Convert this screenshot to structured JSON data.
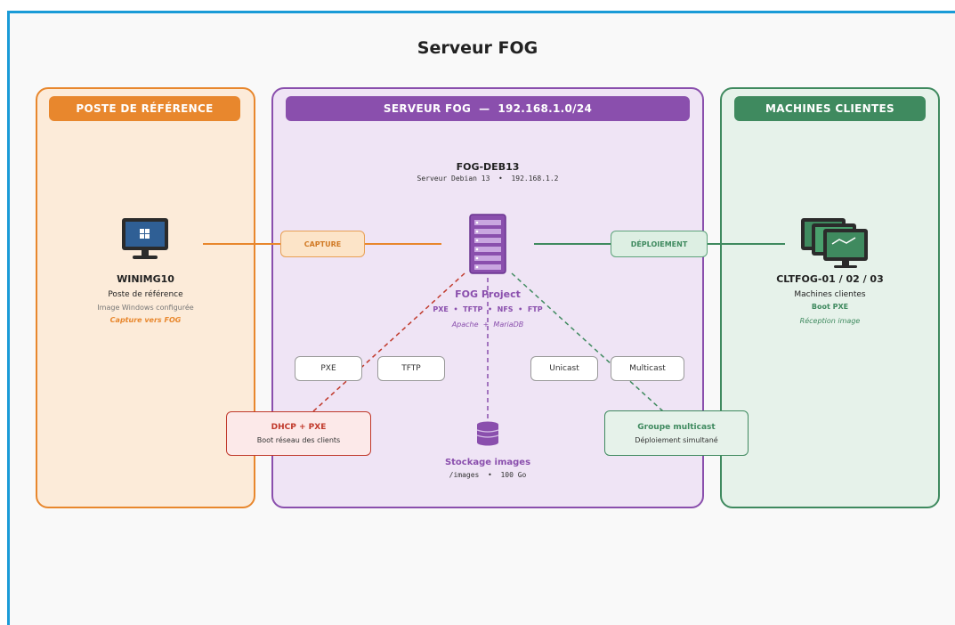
{
  "title": "Serveur FOG",
  "panels": {
    "reference": {
      "header": "POSTE DE RÉFÉRENCE",
      "name": "WINIMG10",
      "role": "Poste de référence",
      "desc": "Image Windows configurée",
      "action": "Capture vers FOG"
    },
    "server": {
      "header": "SERVEUR FOG  —  192.168.1.0/24",
      "name": "FOG-DEB13",
      "subtitle": "Serveur Debian 13  •  192.168.1.2",
      "project": "FOG Project",
      "services": "PXE  •  TFTP  •  NFS  •  FTP",
      "stack": "Apache  +  MariaDB",
      "storage_title": "Stockage images",
      "storage_detail": "/images  •  100 Go"
    },
    "clients": {
      "header": "MACHINES CLIENTES",
      "name": "CLTFOG-01 / 02 / 03",
      "role": "Machines clientes",
      "boot": "Boot PXE",
      "reception": "Réception image"
    }
  },
  "flows": {
    "capture": "CAPTURE",
    "deployment": "DÉPLOIEMENT"
  },
  "protocol_boxes": [
    "PXE",
    "TFTP",
    "Unicast",
    "Multicast"
  ],
  "callouts": {
    "dhcp": {
      "title": "DHCP + PXE",
      "text": "Boot réseau des clients"
    },
    "multicast": {
      "title": "Groupe multicast",
      "text": "Déploiement simultané"
    }
  },
  "colors": {
    "frame": "#1a9bd7",
    "reference": "#e8872d",
    "server": "#8a4fad",
    "clients": "#3f8a5f",
    "dhcp": "#c0392b"
  },
  "icons": [
    "monitor-icon",
    "server-rack-icon",
    "database-icon",
    "multi-monitor-icon"
  ]
}
